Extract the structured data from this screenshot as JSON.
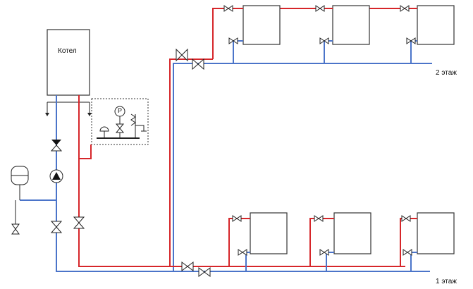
{
  "labels": {
    "boiler": "Котел",
    "floor2": "2 этаж",
    "floor1": "1 этаж",
    "gauge": "P"
  },
  "colors": {
    "supply": "#d6262a",
    "return": "#4b74c9"
  }
}
